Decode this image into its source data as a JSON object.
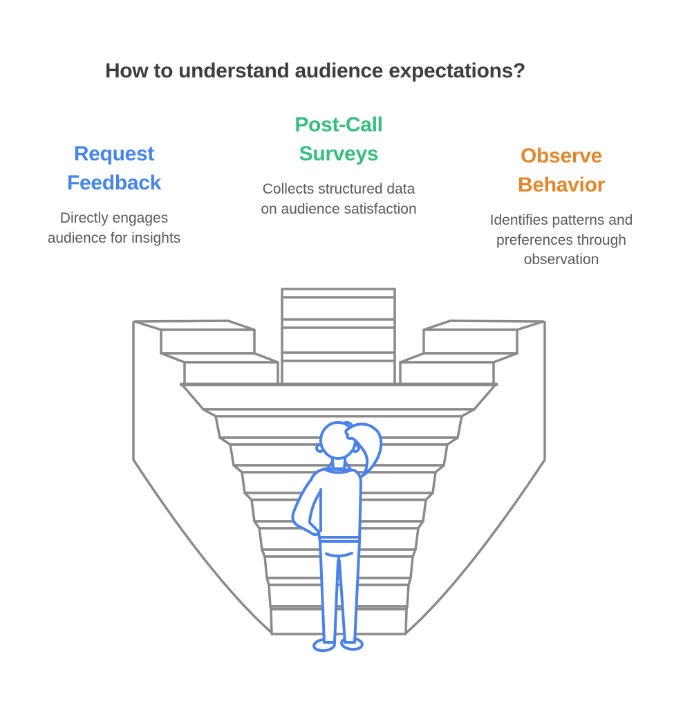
{
  "title": "How to understand audience expectations?",
  "title_color": "#3d3d3d",
  "body_text_color": "#595959",
  "background_color": "#ffffff",
  "columns": [
    {
      "heading": "Request Feedback",
      "description": "Directly engages audience for insights",
      "accent_color": "#4584ec"
    },
    {
      "heading": "Post-Call Surveys",
      "description": "Collects structured data on audience satisfaction",
      "accent_color": "#35be7c"
    },
    {
      "heading": "Observe Behavior",
      "description": "Identifies patterns and preferences through observation",
      "accent_color": "#e1872d"
    }
  ],
  "illustration": {
    "name": "person-contemplating-descending-staircase",
    "description": "Back view of a person scratching their head while standing before a funnel of descending steps",
    "figure_color": "#4a82ea",
    "outline_color": "#8a8a8a"
  }
}
